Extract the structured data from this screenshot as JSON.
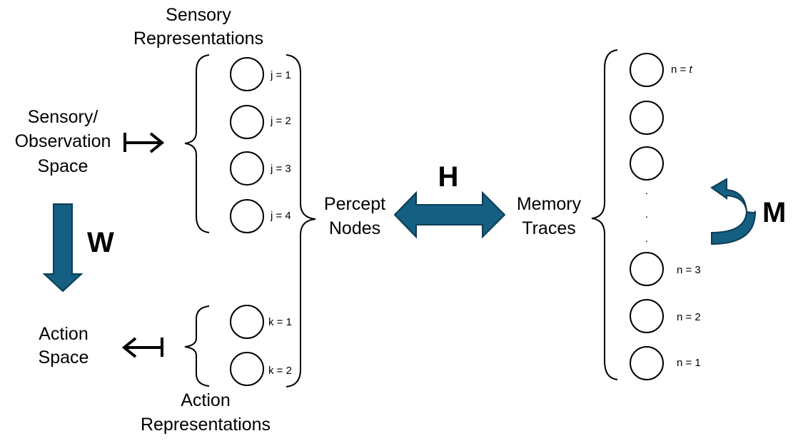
{
  "labels": {
    "sensory_representations": [
      "Sensory",
      "Representations"
    ],
    "sensory_space": [
      "Sensory/",
      "Observation",
      "Space"
    ],
    "action_space": [
      "Action",
      "Space"
    ],
    "action_representations": [
      "Action",
      "Representations"
    ],
    "percept_nodes": [
      "Percept",
      "Nodes"
    ],
    "memory_traces": [
      "Memory",
      "Traces"
    ]
  },
  "matrices": {
    "W": "W",
    "H": "H",
    "M": "M"
  },
  "sensory_nodes": [
    "j = 1",
    "j = 2",
    "j = 3",
    "j = 4"
  ],
  "action_nodes": [
    "k = 1",
    "k = 2"
  ],
  "memory_nodes": {
    "top_label_prefix": "n = ",
    "top_label_var": "t",
    "bottom": [
      "n = 3",
      "n = 2",
      "n = 1"
    ],
    "ellipsis": "."
  },
  "colors": {
    "arrow_fill": "#145f82",
    "arrow_stroke": "#0c3d56"
  }
}
